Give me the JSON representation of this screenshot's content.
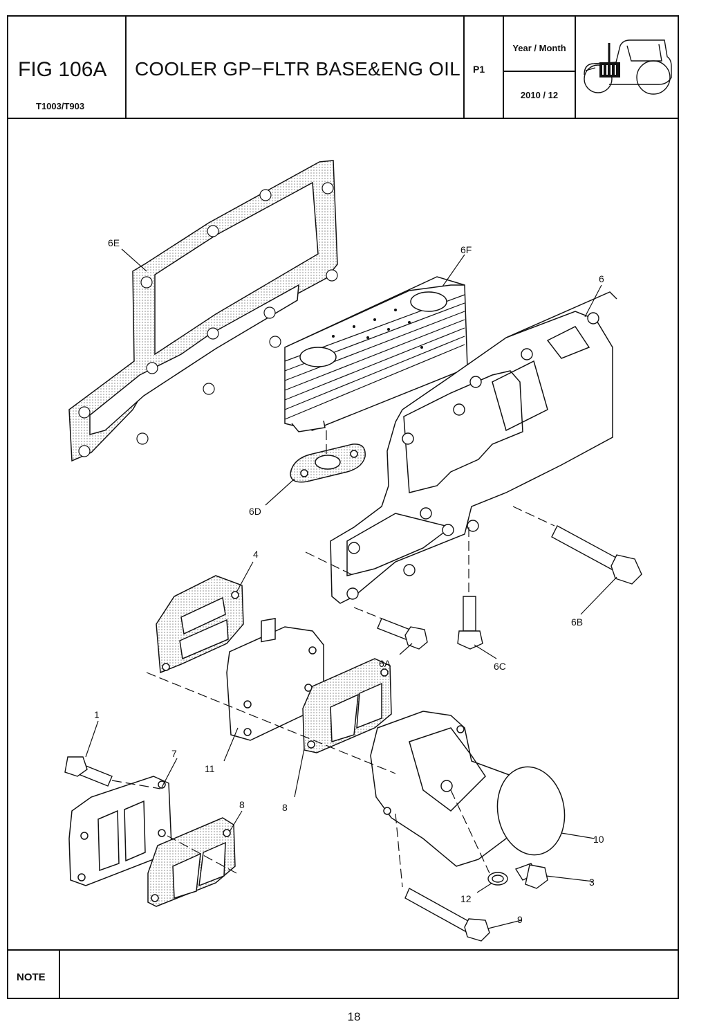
{
  "header": {
    "fig_number": "FIG 106A",
    "model": "T1003/T903",
    "title": "COOLER GP−FLTR BASE&ENG OIL",
    "page": "P1",
    "year_month_label": "Year / Month",
    "year_month_value": "2010  / 12",
    "icon": "tractor-icon"
  },
  "callouts": {
    "c6E": "6E",
    "c6F": "6F",
    "c6": "6",
    "c6D": "6D",
    "c4": "4",
    "c6A": "6A",
    "c6C": "6C",
    "c6B": "6B",
    "c1": "1",
    "c7": "7",
    "c11": "11",
    "c8a": "8",
    "c8b": "8",
    "c10": "10",
    "c3": "3",
    "c12": "12",
    "c9": "9"
  },
  "note": {
    "label": "NOTE",
    "text": ""
  },
  "page_number": "18"
}
